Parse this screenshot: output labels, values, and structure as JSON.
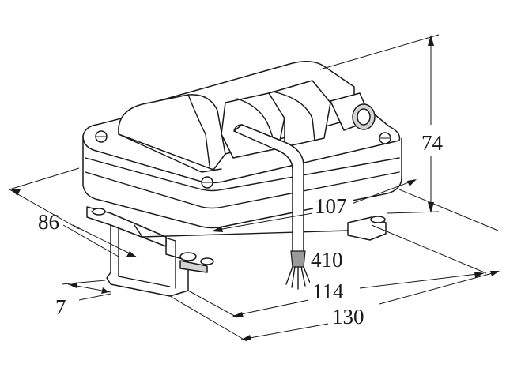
{
  "dimensions": {
    "height": "74",
    "depth": "86",
    "inner_width": "107",
    "cable": "410",
    "mount_width": "114",
    "overall_width": "130",
    "bracket": "7"
  }
}
